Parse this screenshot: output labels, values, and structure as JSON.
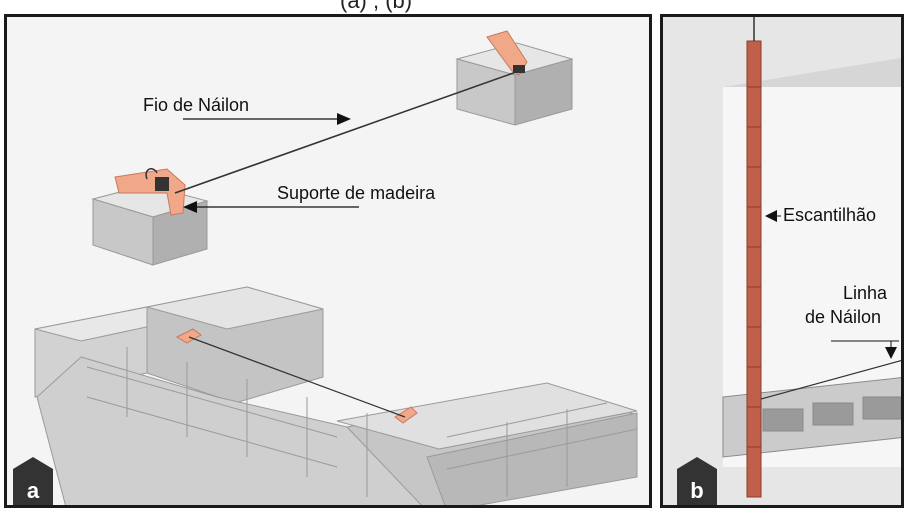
{
  "header": {
    "caption_fragment": "                (a)             , (b)"
  },
  "panel_a": {
    "badge": "a",
    "labels": {
      "nylon_wire": "Fio de Náilon",
      "wood_support": "Suporte de madeira"
    }
  },
  "panel_b": {
    "badge": "b",
    "labels": {
      "gauge_rod": "Escantilhão",
      "nylon_line_1": "Linha",
      "nylon_line_2": "de Náilon"
    }
  },
  "colors": {
    "block": "#c9c9c9",
    "block_dark": "#a9a9a9",
    "block_light": "#e2e2e2",
    "wood": "#f0a888",
    "rod": "#c0604a",
    "frame": "#1a1a1a"
  }
}
